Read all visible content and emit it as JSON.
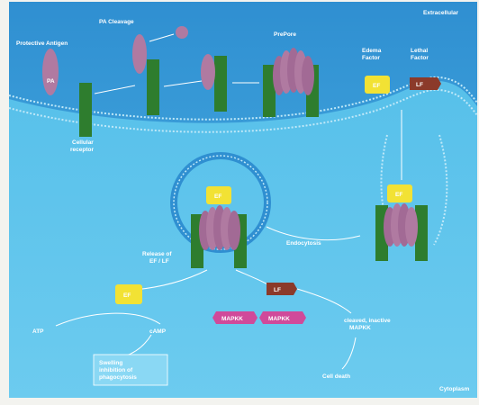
{
  "regions": {
    "extracellular": "Extracellular",
    "cytoplasm": "Cytoplasm"
  },
  "labels": {
    "protective_antigen": "Protective Antigen",
    "pa_short": "PA",
    "pa_cleavage": "PA Cleavage",
    "prepore": "PrePore",
    "cellular_receptor": "Cellular receptor",
    "edema_factor": "Edema Factor",
    "lethal_factor": "Lethal Factor",
    "ef": "EF",
    "lf": "LF",
    "endocytosis": "Endocytosis",
    "release": "Release of EF / LF",
    "atp": "ATP",
    "camp": "cAMP",
    "swelling": "Swelling inhibition of phagocytosis",
    "mapkk": "MAPKK",
    "cleaved": "cleaved, inactive MAPKK",
    "cell_death": "Cell death"
  },
  "colors": {
    "extracellular": "#2f8fd1",
    "cytoplasm": "#5cc3ec",
    "receptor": "#2e7d2e",
    "pa": "#b07aa1",
    "ef": "#f2e234",
    "lf": "#8b3a2a",
    "mapkk": "#d04a9a"
  }
}
